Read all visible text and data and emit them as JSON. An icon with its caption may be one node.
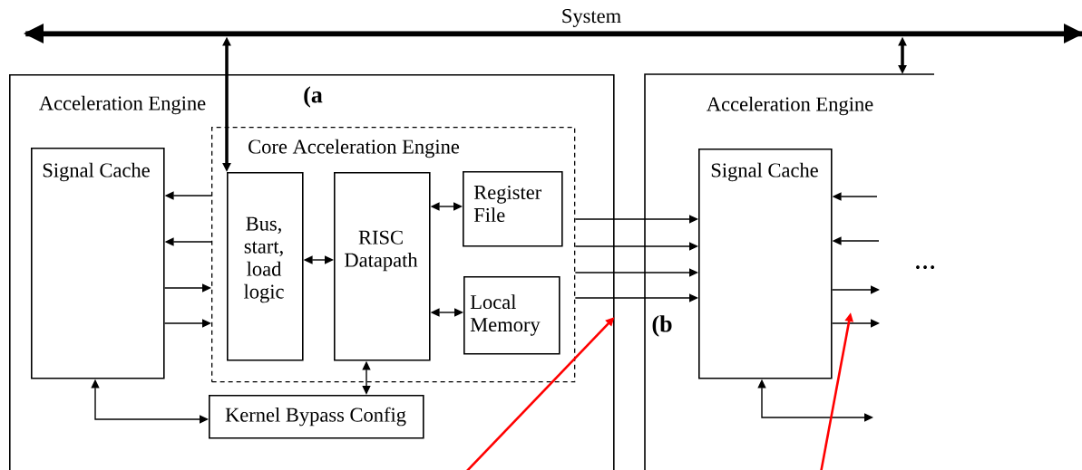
{
  "diagram": {
    "nodes": [
      {
        "text": [
          "System"
        ]
      },
      {
        "text": [
          "Acceleration Engine"
        ]
      },
      {
        "text": [
          "Core Acceleration Engine"
        ],
        "in": 1
      },
      {
        "text": [
          "Signal Cache"
        ],
        "in": 1
      },
      {
        "text": [
          "Bus, start, load logic"
        ],
        "in": 2
      },
      {
        "text": [
          "RISC Datapath"
        ],
        "in": 2
      },
      {
        "text": [
          "Register File"
        ],
        "in": 2
      },
      {
        "text": [
          "Local Memory"
        ],
        "in": 2
      },
      {
        "text": [
          "Kernel Bypass Config"
        ],
        "in": 1
      },
      {
        "text": [
          "Acceleration Engine"
        ]
      },
      {
        "text": [
          "Signal Cache"
        ],
        "in": 9
      }
    ],
    "edges": [
      {
        "from": 0,
        "to": 4,
        "arrow": "both",
        "style": "thick"
      },
      {
        "from": 0,
        "to": 9,
        "arrow": "both",
        "style": "thick"
      },
      {
        "from": 2,
        "to": 3,
        "arrow": "to"
      },
      {
        "from": 2,
        "to": 3,
        "arrow": "to"
      },
      {
        "from": 3,
        "to": 2,
        "arrow": "to"
      },
      {
        "from": 3,
        "to": 2,
        "arrow": "to"
      },
      {
        "from": 4,
        "to": 5,
        "arrow": "both"
      },
      {
        "from": 5,
        "to": 6,
        "arrow": "both"
      },
      {
        "from": 5,
        "to": 7,
        "arrow": "both"
      },
      {
        "from": 5,
        "to": 8,
        "arrow": "both"
      },
      {
        "from": 3,
        "to": 8,
        "arrow": "both"
      },
      {
        "from": 2,
        "to": 10,
        "arrow": "to"
      },
      {
        "from": 2,
        "to": 10,
        "arrow": "to"
      },
      {
        "from": 2,
        "to": 10,
        "arrow": "to"
      },
      {
        "from": 2,
        "to": 10,
        "arrow": "to"
      },
      {
        "from": null,
        "to": 10,
        "arrow": "to"
      },
      {
        "from": null,
        "to": 10,
        "arrow": "to"
      },
      {
        "from": 10,
        "to": null,
        "arrow": "to"
      },
      {
        "from": 10,
        "to": null,
        "arrow": "to"
      },
      {
        "from": 10,
        "to": null,
        "arrow": "both"
      },
      {
        "from": null,
        "to": 1,
        "arrow": "to",
        "color": "#ff0000"
      },
      {
        "from": null,
        "to": 10,
        "arrow": "to",
        "color": "#ff0000"
      }
    ],
    "labels": [
      "(a",
      "(b",
      "…"
    ]
  }
}
